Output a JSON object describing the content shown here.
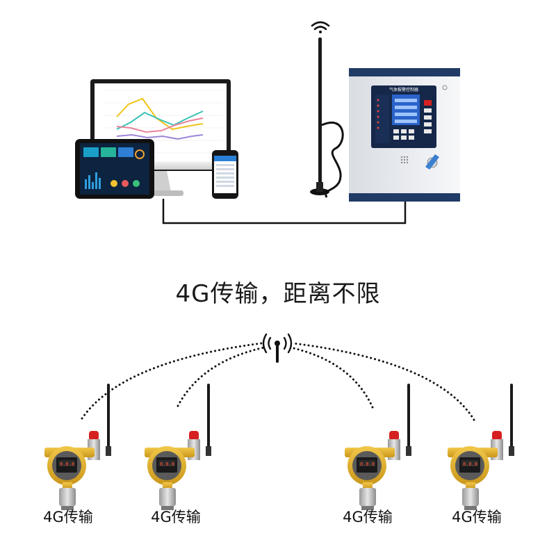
{
  "headline": "4G传输，距离不限",
  "controller": {
    "title": "气体报警控制器"
  },
  "detectors": [
    {
      "label": "4G传输"
    },
    {
      "label": "4G传输"
    },
    {
      "label": "4G传输"
    },
    {
      "label": "4G传输"
    }
  ],
  "colors": {
    "detector_body": "#e8b820",
    "beacon": "#d62020",
    "controller_trim": "#1f3b66",
    "screen_blue": "#2a63c9",
    "link_line": "#111111"
  },
  "icons": [
    "wifi-icon",
    "antenna-icon",
    "radio-tower-icon",
    "key-icon"
  ]
}
